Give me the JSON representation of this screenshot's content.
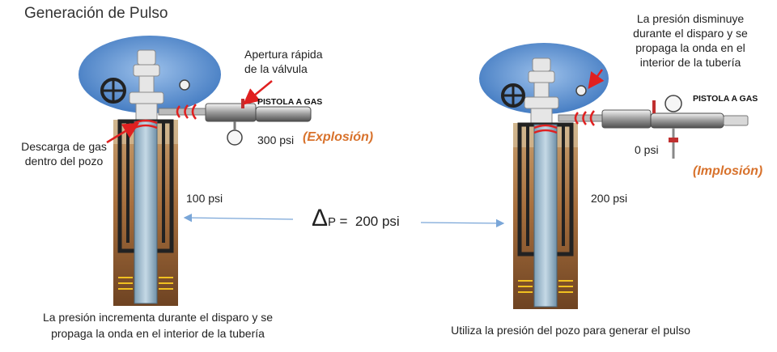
{
  "title": "Generación de Pulso",
  "left": {
    "valve_label_line1": "Apertura rápida",
    "valve_label_line2": "de la válvula",
    "gun_label": "PISTOLA A GAS",
    "discharge_line1": "Descarga de gas",
    "discharge_line2": "dentro del pozo",
    "gun_pressure": "300 psi",
    "event": "(Explosión)",
    "well_pressure": "100 psi",
    "caption_line1": "La presión incrementa durante el disparo y se",
    "caption_line2": "propaga la onda en el interior de la tubería"
  },
  "right": {
    "note_line1": "La presión disminuye",
    "note_line2": "durante el disparo y se",
    "note_line3": "propaga la onda en el",
    "note_line4": "interior de la tubería",
    "gun_label": "PISTOLA A GAS",
    "gun_pressure": "0 psi",
    "event": "(Implosión)",
    "well_pressure": "200 psi",
    "caption": "Utiliza la presión del pozo para generar el pulso"
  },
  "delta": {
    "symbol": "Δ",
    "subscript": "P",
    "value": "=  200 psi"
  },
  "colors": {
    "sky": "#5a8fd0",
    "soil": "#b07a45",
    "casing": "#2a2a2a",
    "tubing": "#8ab0c8",
    "wave": "#e02020",
    "arrow": "#7aa6d8",
    "accent": "#d8722c"
  }
}
